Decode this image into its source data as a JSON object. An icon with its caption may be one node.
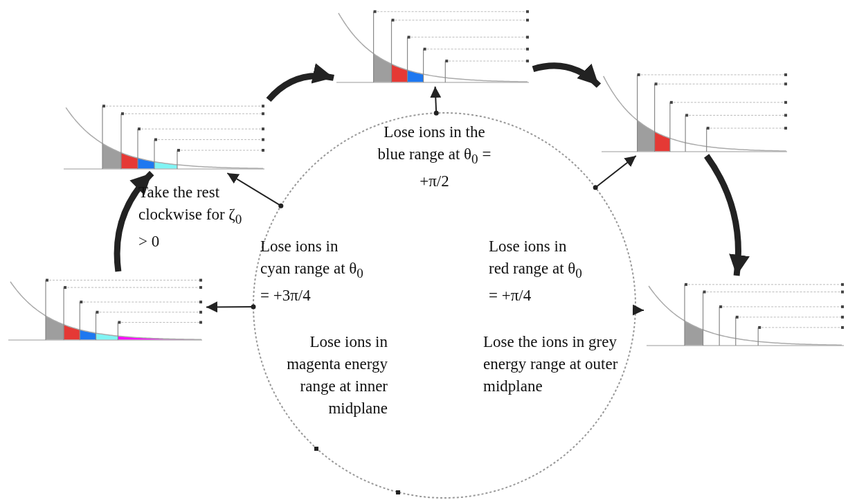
{
  "diagram": {
    "nodes": [
      {
        "text": [],
        "shape": "picture"
      },
      {
        "text": [],
        "shape": "picture"
      },
      {
        "text": [],
        "shape": "picture"
      },
      {
        "text": [],
        "shape": "circle"
      },
      {
        "text": [],
        "shape": "picture"
      },
      {
        "text": [],
        "shape": "picture"
      }
    ],
    "edges": [
      {
        "from": 4,
        "to": 1,
        "arrow": "to",
        "style": "thick"
      },
      {
        "from": 1,
        "to": 0,
        "arrow": "to",
        "style": "thick"
      },
      {
        "from": 0,
        "to": 2,
        "arrow": "to",
        "style": "thick"
      },
      {
        "from": 2,
        "to": 5,
        "arrow": "to",
        "style": "thick"
      },
      {
        "from": 3,
        "to": 0,
        "arrow": "to"
      },
      {
        "from": 3,
        "to": 1,
        "arrow": "to"
      },
      {
        "from": 3,
        "to": 2,
        "arrow": "to"
      },
      {
        "from": 3,
        "to": 4,
        "arrow": "to"
      },
      {
        "from": 3,
        "to": 5,
        "arrow": "to"
      }
    ],
    "labels": [
      "Lose ions in the blue range at θ$_{0}$ = +π/2",
      "Take the rest clockwise for ζ$_{0}$ > 0",
      "Lose ions in cyan range at θ$_{0}$ = +3π/4",
      "Lose ions in red range at θ$_{0}$ = +π/4",
      "Lose ions in magenta energy range at inner midplane",
      "Lose the ions in grey energy range at outer midplane"
    ]
  }
}
